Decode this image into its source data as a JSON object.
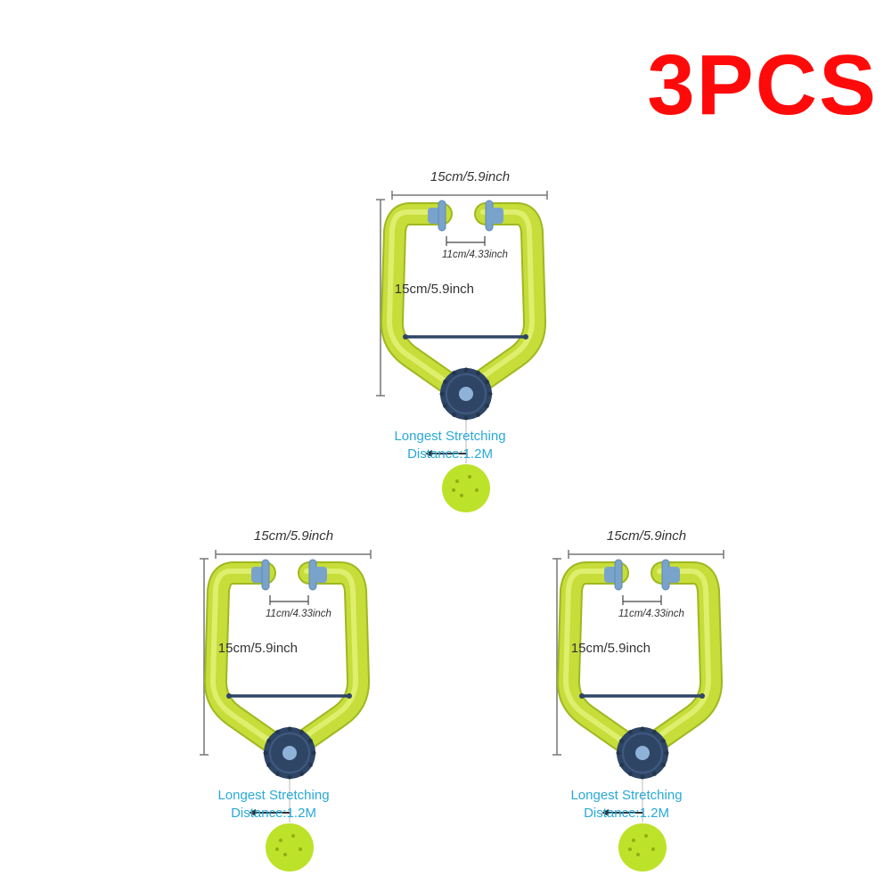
{
  "headline": {
    "text": "3PCS",
    "color": "#ff0a0a"
  },
  "colors": {
    "frame": "#c6dd3a",
    "frame_highlight": "#e4f27a",
    "frame_shadow": "#9fb81f",
    "hub": "#2f4566",
    "hub_center": "#8fb3d8",
    "pads": "#7aa3cc",
    "ball": "#bde22a",
    "info_text": "#29a9d6",
    "dimension_text": "#333333",
    "dimension_line": "#777777"
  },
  "units": [
    {
      "width_label": "15cm/5.9inch",
      "height_label": "15cm/5.9inch",
      "gap_label": "11cm/4.33inch",
      "stretch_line1": "Longest Stretching",
      "stretch_line2": "Distance:1.2M"
    },
    {
      "width_label": "15cm/5.9inch",
      "height_label": "15cm/5.9inch",
      "gap_label": "11cm/4.33inch",
      "stretch_line1": "Longest Stretching",
      "stretch_line2": "Distance:1.2M"
    },
    {
      "width_label": "15cm/5.9inch",
      "height_label": "15cm/5.9inch",
      "gap_label": "11cm/4.33inch",
      "stretch_line1": "Longest Stretching",
      "stretch_line2": "Distance:1.2M"
    }
  ]
}
